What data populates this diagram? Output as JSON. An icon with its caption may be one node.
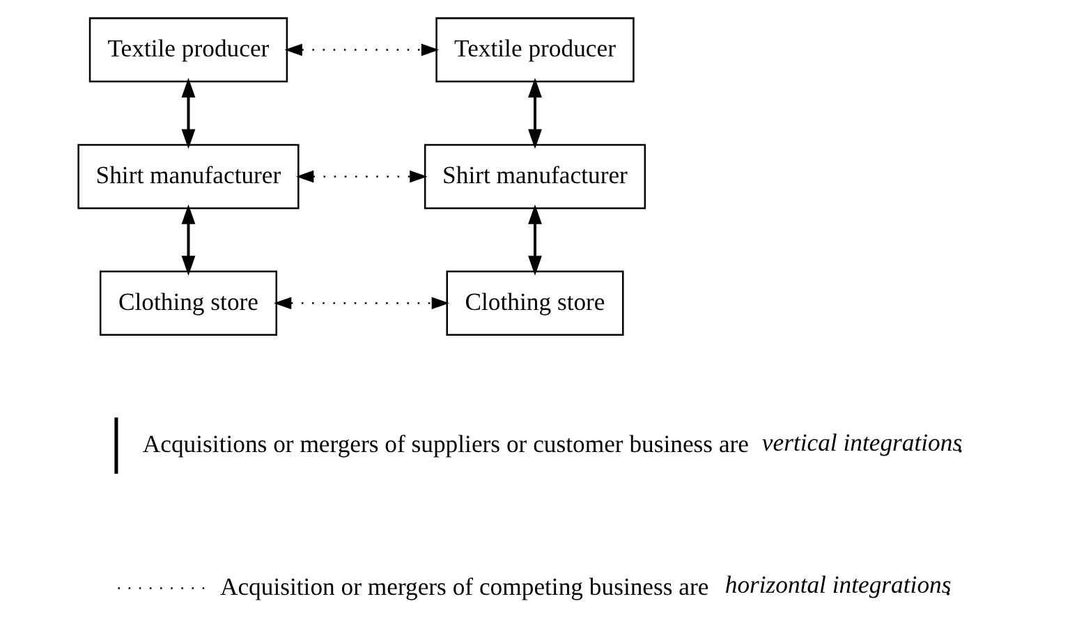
{
  "diagram": {
    "nodes": [
      {
        "text": [
          "Textile producer"
        ]
      },
      {
        "text": [
          "Textile producer"
        ]
      },
      {
        "text": [
          "Shirt manufacturer"
        ]
      },
      {
        "text": [
          "Shirt manufacturer"
        ]
      },
      {
        "text": [
          "Clothing store"
        ]
      },
      {
        "text": [
          "Clothing store"
        ]
      }
    ],
    "edges": [
      {
        "from": 0,
        "to": 1,
        "arrow": "both",
        "style": "dashed"
      },
      {
        "from": 0,
        "to": 2,
        "arrow": "both"
      },
      {
        "from": 1,
        "to": 3,
        "arrow": "both"
      },
      {
        "from": 2,
        "to": 3,
        "arrow": "both",
        "style": "dashed"
      },
      {
        "from": 2,
        "to": 4,
        "arrow": "both"
      },
      {
        "from": 3,
        "to": 5,
        "arrow": "both"
      },
      {
        "from": 4,
        "to": 5,
        "arrow": "both",
        "style": "dashed"
      }
    ],
    "legend": [
      {
        "text": "Acquisitions or mergers of suppliers or customer business are *vertical integrations*."
      },
      {
        "text": "Acquisition or mergers of competing business are *horizontal integrations*."
      }
    ]
  }
}
